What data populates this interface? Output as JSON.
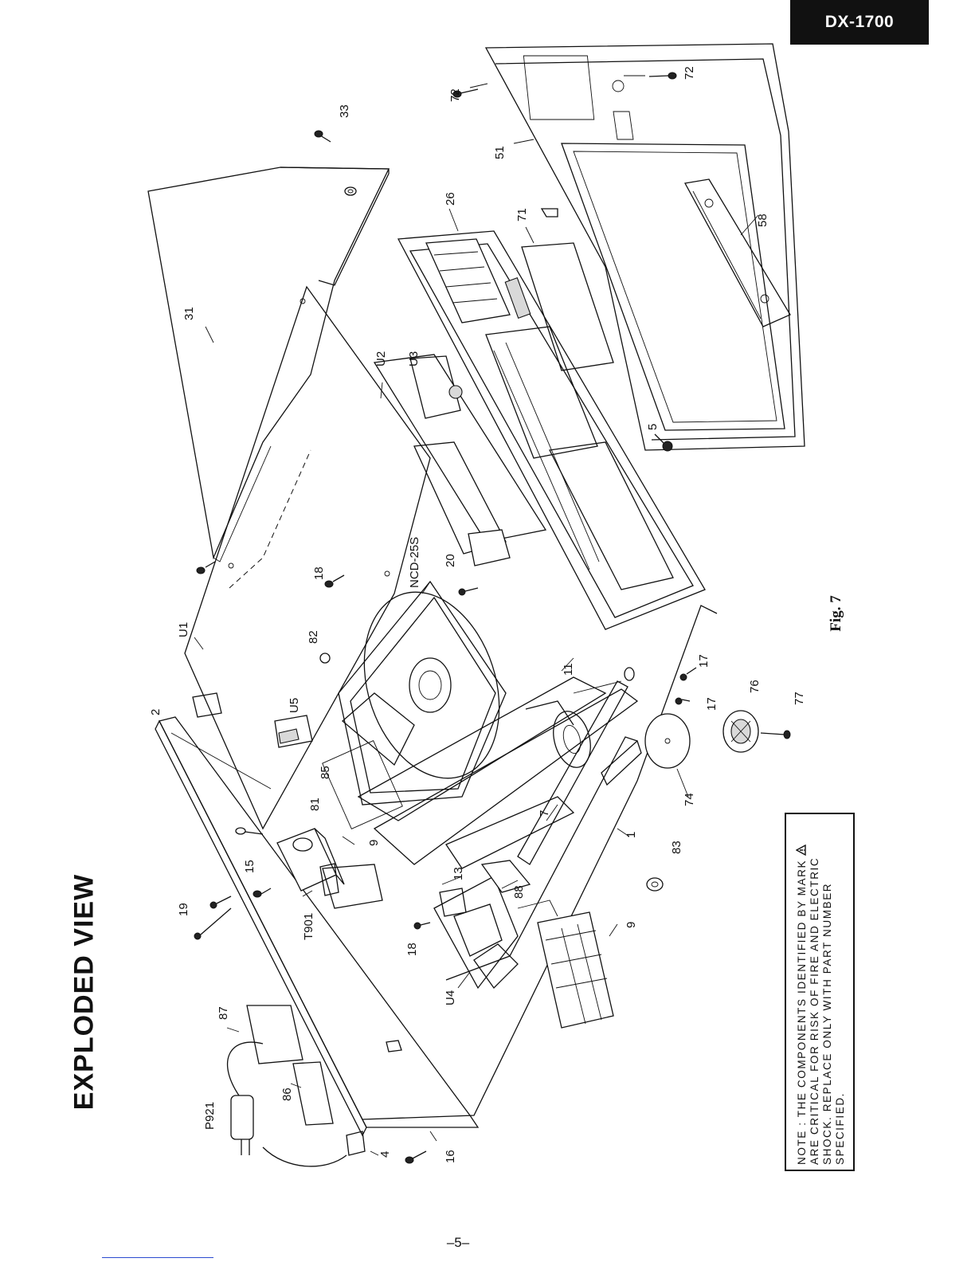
{
  "header": {
    "model": "DX-1700"
  },
  "page": {
    "title": "EXPLODED VIEW",
    "figure_caption": "Fig. 7",
    "page_number": "–5–"
  },
  "note": {
    "label": "NOTE :",
    "text": "THE COMPONENTS IDENTIFIED BY MARK",
    "text_rest": "ARE CRITICAL FOR RISK OF FIRE AND ELECTRIC SHOCK. REPLACE ONLY WITH PART NUMBER SPECIFIED."
  },
  "part_labels": [
    "72",
    "72",
    "33",
    "51",
    "26",
    "71",
    "58",
    "31",
    "U2",
    "U3",
    "5",
    "NCD-25S",
    "20",
    "18",
    "82",
    "U1",
    "11",
    "17",
    "17",
    "76",
    "77",
    "2",
    "U5",
    "85",
    "81",
    "74",
    "9",
    "15",
    "19",
    "T901",
    "13",
    "88",
    "7",
    "1",
    "83",
    "9",
    "18",
    "U4",
    "87",
    "86",
    "P921",
    "4",
    "16"
  ]
}
